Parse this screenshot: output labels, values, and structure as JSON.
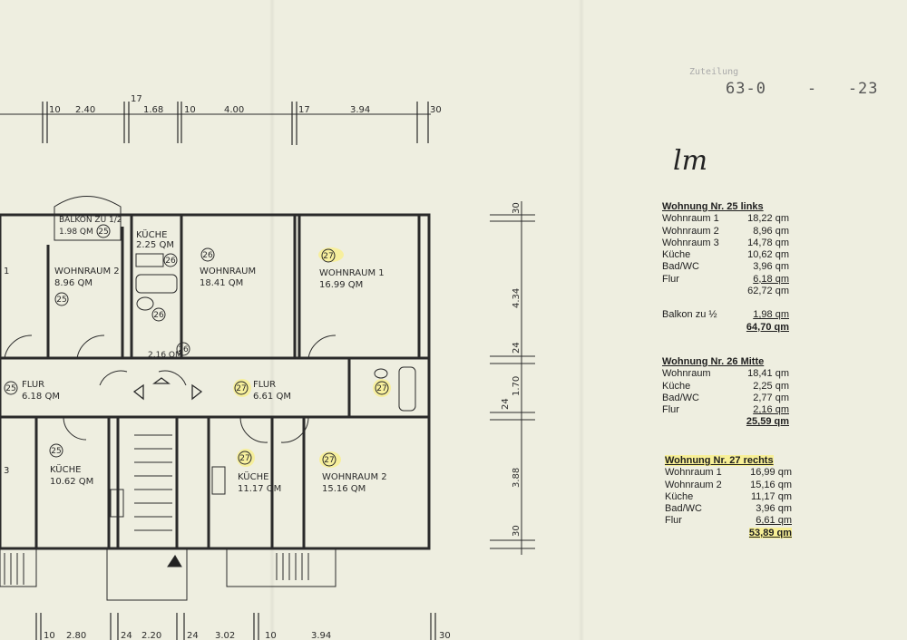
{
  "stamp": {
    "header": "Zuteilung",
    "number": "63-0    -   -23"
  },
  "signature": "lm",
  "plan": {
    "dims_top": [
      "10",
      "2.40",
      "17",
      "1.68",
      "10",
      "4.00",
      "17",
      "3.94",
      "30"
    ],
    "dims_right": [
      "30",
      "4.34",
      "24",
      "1.70",
      "24",
      "3.88",
      "30"
    ],
    "dims_bottom": [
      "10",
      "2.80",
      "24",
      "2.20",
      "24",
      "3.02",
      "10",
      "3.94",
      "30"
    ],
    "edge_labels": [
      "1",
      "3"
    ],
    "rooms": {
      "balkon": {
        "name": "BALKON ZU 1/2",
        "area": "1.98 QM",
        "unit": "25"
      },
      "kueche26": {
        "name": "KÜCHE",
        "area": "2.25 QM",
        "unit": "26"
      },
      "wohnraum26": {
        "name": "WOHNRAUM",
        "area": "18.41 QM",
        "unit": "26"
      },
      "wohnraum1_27": {
        "name": "WOHNRAUM 1",
        "area": "16.99 QM",
        "unit": "27"
      },
      "wohnraum2_25": {
        "name": "WOHNRAUM 2",
        "area": "8.96 QM",
        "unit": "25"
      },
      "bad26": {
        "unit": "26"
      },
      "flur26": {
        "area": "2.16 QM",
        "unit": "26"
      },
      "flur25": {
        "name": "FLUR",
        "area": "6.18 QM",
        "unit": "25"
      },
      "flur27": {
        "name": "FLUR",
        "area": "6.61 QM",
        "unit": "27"
      },
      "bad27": {
        "unit": "27"
      },
      "kueche25": {
        "name": "KÜCHE",
        "area": "10.62 QM",
        "unit": "25"
      },
      "kueche27": {
        "name": "KÜCHE",
        "area": "11.17 QM",
        "unit": "27"
      },
      "wohnraum2_27": {
        "name": "WOHNRAUM 2",
        "area": "15.16 QM",
        "unit": "27"
      }
    }
  },
  "tables": [
    {
      "title": "Wohnung Nr. 25 links",
      "rows": [
        [
          "Wohnraum 1",
          "18,22 qm"
        ],
        [
          "Wohnraum 2",
          "8,96 qm"
        ],
        [
          "Wohnraum 3",
          "14,78 qm"
        ],
        [
          "Küche",
          "10,62 qm"
        ],
        [
          "Bad/WC",
          "3,96 qm"
        ],
        [
          "Flur",
          "6,18 qm"
        ]
      ],
      "subtotal": "62,72 qm",
      "extra": [
        "Balkon zu ½",
        "1,98 qm"
      ],
      "total": "64,70 qm"
    },
    {
      "title": "Wohnung Nr. 26 Mitte",
      "rows": [
        [
          "Wohnraum",
          "18,41 qm"
        ],
        [
          "Küche",
          "2,25 qm"
        ],
        [
          "Bad/WC",
          "2,77 qm"
        ],
        [
          "Flur",
          "2,16 qm"
        ]
      ],
      "total": "25,59 qm"
    },
    {
      "title": "Wohnung Nr. 27 rechts",
      "rows": [
        [
          "Wohnraum 1",
          "16,99 qm"
        ],
        [
          "Wohnraum 2",
          "15,16 qm"
        ],
        [
          "Küche",
          "11,17 qm"
        ],
        [
          "Bad/WC",
          "3,96 qm"
        ],
        [
          "Flur",
          "6,61 qm"
        ]
      ],
      "total": "53,89 qm"
    }
  ],
  "colors": {
    "paper": "#eeeee0",
    "ink": "#2a2a2a",
    "highlight": "#fff05a"
  }
}
